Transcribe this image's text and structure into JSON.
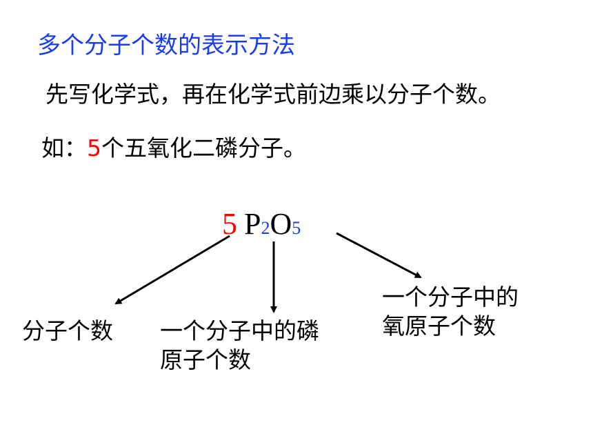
{
  "title": "多个分子个数的表示方法",
  "rule": "先写化学式，再在化学式前边乘以分子个数。",
  "example": {
    "prefix": "如：",
    "number": "5",
    "suffix": "个五氧化二磷分子。"
  },
  "formula": {
    "coefficient": "5",
    "element1": "P",
    "sub1": "2",
    "element2": "O",
    "sub2": "5"
  },
  "labels": {
    "molecule_count": "分子个数",
    "p_atoms_line1": "一个分子中的磷",
    "p_atoms_line2": "原子个数",
    "o_atoms_line1": "一个分子中的",
    "o_atoms_line2": "氧原子个数"
  },
  "colors": {
    "title": "#1a3cf0",
    "coefficient": "#ff0000",
    "subscript": "#1a3cf0"
  }
}
